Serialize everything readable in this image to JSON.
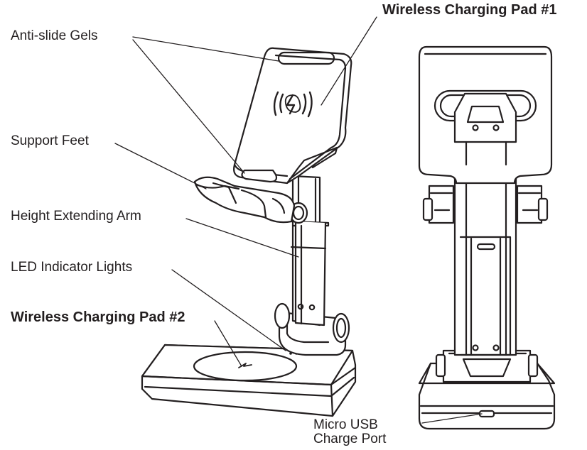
{
  "labels": {
    "pad1": "Wireless Charging Pad #1",
    "anti_slide": "Anti-slide Gels",
    "support_feet": "Support Feet",
    "height_arm": "Height Extending Arm",
    "led": "LED Indicator Lights",
    "pad2": "Wireless Charging Pad #2",
    "usb_line1": "Micro USB",
    "usb_line2": "Charge Port"
  },
  "colors": {
    "ink": "#231f20",
    "background": "#ffffff",
    "fill": "#ffffff",
    "shade": "#e9e9e9"
  }
}
